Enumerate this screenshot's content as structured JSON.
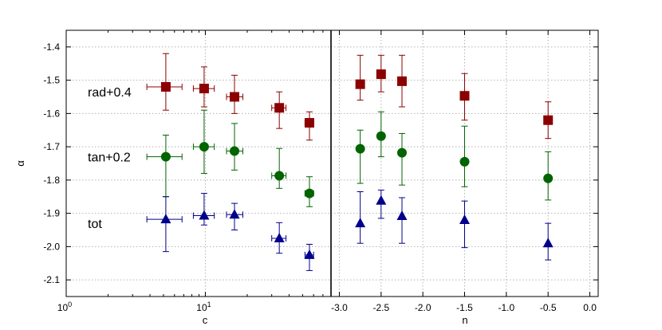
{
  "chart_data": [
    {
      "type": "scatter",
      "panel": "left",
      "xlabel": "c",
      "ylabel": "α",
      "xscale": "log",
      "xlim": [
        1,
        80
      ],
      "ylim": [
        -2.15,
        -1.35
      ],
      "x_tick_labels": [
        {
          "value": 1,
          "base": "10",
          "exp": "0"
        },
        {
          "value": 10,
          "base": "10",
          "exp": "1"
        }
      ],
      "y_ticks": [
        -1.4,
        -1.5,
        -1.6,
        -1.7,
        -1.8,
        -1.9,
        -2.0,
        -2.1
      ],
      "y_tick_labels": [
        "-1.4",
        "-1.5",
        "-1.6",
        "-1.7",
        "-1.8",
        "-1.9",
        "-2.0",
        "-2.1"
      ],
      "grid": true,
      "series": [
        {
          "name": "rad+0.4",
          "marker": "square",
          "color": "#8b0000",
          "points": [
            {
              "x": 5.2,
              "y": -1.52,
              "xerr": [
                3.8,
                6.8
              ],
              "yerr": [
                -1.59,
                -1.42
              ]
            },
            {
              "x": 9.8,
              "y": -1.525,
              "xerr": [
                8.2,
                11.6
              ],
              "yerr": [
                -1.58,
                -1.46
              ]
            },
            {
              "x": 16.2,
              "y": -1.55,
              "xerr": [
                14.2,
                18.6
              ],
              "yerr": [
                -1.6,
                -1.485
              ]
            },
            {
              "x": 34.0,
              "y": -1.583,
              "xerr": [
                30.0,
                38.0
              ],
              "yerr": [
                -1.645,
                -1.535
              ]
            },
            {
              "x": 56.0,
              "y": -1.628,
              "xerr": [
                52.0,
                60.0
              ],
              "yerr": [
                -1.68,
                -1.595
              ]
            }
          ]
        },
        {
          "name": "tan+0.2",
          "marker": "circle",
          "color": "#006400",
          "points": [
            {
              "x": 5.2,
              "y": -1.73,
              "xerr": [
                3.8,
                6.8
              ],
              "yerr": [
                -1.85,
                -1.665
              ]
            },
            {
              "x": 9.8,
              "y": -1.7,
              "xerr": [
                8.2,
                11.6
              ],
              "yerr": [
                -1.78,
                -1.59
              ]
            },
            {
              "x": 16.2,
              "y": -1.713,
              "xerr": [
                14.2,
                18.6
              ],
              "yerr": [
                -1.77,
                -1.63
              ]
            },
            {
              "x": 34.0,
              "y": -1.787,
              "xerr": [
                30.0,
                38.0
              ],
              "yerr": [
                -1.825,
                -1.705
              ]
            },
            {
              "x": 56.0,
              "y": -1.84,
              "xerr": [
                52.0,
                60.0
              ],
              "yerr": [
                -1.88,
                -1.79
              ]
            }
          ]
        },
        {
          "name": "tot",
          "marker": "triangle",
          "color": "#00008b",
          "points": [
            {
              "x": 5.2,
              "y": -1.918,
              "xerr": [
                3.8,
                6.8
              ],
              "yerr": [
                -2.015,
                -1.85
              ]
            },
            {
              "x": 9.8,
              "y": -1.907,
              "xerr": [
                8.2,
                11.6
              ],
              "yerr": [
                -1.935,
                -1.84
              ]
            },
            {
              "x": 16.2,
              "y": -1.904,
              "xerr": [
                14.2,
                18.6
              ],
              "yerr": [
                -1.95,
                -1.87
              ]
            },
            {
              "x": 34.0,
              "y": -1.975,
              "xerr": [
                30.0,
                38.0
              ],
              "yerr": [
                -2.02,
                -1.928
              ]
            },
            {
              "x": 56.0,
              "y": -2.025,
              "xerr": [
                52.0,
                60.0
              ],
              "yerr": [
                -2.072,
                -1.993
              ]
            }
          ]
        }
      ]
    },
    {
      "type": "scatter",
      "panel": "right",
      "xlabel": "n",
      "xlim": [
        -3.1,
        0.1
      ],
      "ylim": [
        -2.15,
        -1.35
      ],
      "x_ticks": [
        -3.0,
        -2.5,
        -2.0,
        -1.5,
        -1.0,
        -0.5,
        0.0
      ],
      "x_tick_labels": [
        "-3.0",
        "-2.5",
        "-2.0",
        "-1.5",
        "-1.0",
        "-0.5",
        "0.0"
      ],
      "grid": true,
      "series": [
        {
          "name": "rad+0.4",
          "marker": "square",
          "color": "#8b0000",
          "points": [
            {
              "x": -2.75,
              "y": -1.512,
              "yerr": [
                -1.56,
                -1.425
              ]
            },
            {
              "x": -2.5,
              "y": -1.482,
              "yerr": [
                -1.535,
                -1.425
              ]
            },
            {
              "x": -2.25,
              "y": -1.503,
              "yerr": [
                -1.58,
                -1.425
              ]
            },
            {
              "x": -1.5,
              "y": -1.547,
              "yerr": [
                -1.62,
                -1.48
              ]
            },
            {
              "x": -0.5,
              "y": -1.62,
              "yerr": [
                -1.675,
                -1.565
              ]
            }
          ]
        },
        {
          "name": "tan+0.2",
          "marker": "circle",
          "color": "#006400",
          "points": [
            {
              "x": -2.75,
              "y": -1.706,
              "yerr": [
                -1.81,
                -1.65
              ]
            },
            {
              "x": -2.5,
              "y": -1.668,
              "yerr": [
                -1.73,
                -1.595
              ]
            },
            {
              "x": -2.25,
              "y": -1.718,
              "yerr": [
                -1.815,
                -1.66
              ]
            },
            {
              "x": -1.5,
              "y": -1.745,
              "yerr": [
                -1.82,
                -1.638
              ]
            },
            {
              "x": -0.5,
              "y": -1.795,
              "yerr": [
                -1.86,
                -1.715
              ]
            }
          ]
        },
        {
          "name": "tot",
          "marker": "triangle",
          "color": "#00008b",
          "points": [
            {
              "x": -2.75,
              "y": -1.93,
              "yerr": [
                -1.99,
                -1.835
              ]
            },
            {
              "x": -2.5,
              "y": -1.862,
              "yerr": [
                -1.915,
                -1.83
              ]
            },
            {
              "x": -2.25,
              "y": -1.908,
              "yerr": [
                -1.99,
                -1.853
              ]
            },
            {
              "x": -1.5,
              "y": -1.92,
              "yerr": [
                -2.003,
                -1.863
              ]
            },
            {
              "x": -0.5,
              "y": -1.99,
              "yerr": [
                -2.04,
                -1.93
              ]
            }
          ]
        }
      ]
    }
  ]
}
